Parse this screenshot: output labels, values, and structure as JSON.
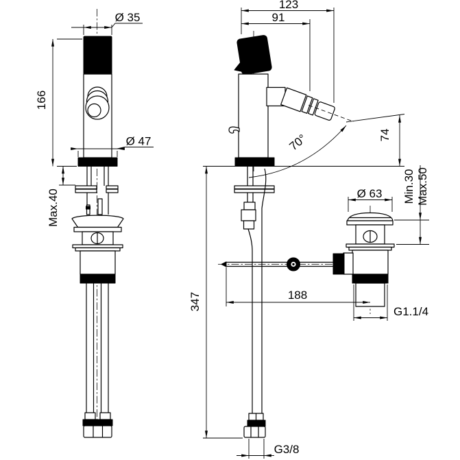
{
  "labels": {
    "front": {
      "dia_handle": "Ø 35",
      "height": "166",
      "dia_base": "Ø 47",
      "deck_max": "Max.40"
    },
    "side": {
      "depth": "123",
      "reach": "91",
      "angle": "70°",
      "spout_height": "74",
      "total_height": "347",
      "rod_reach": "188",
      "supply_thread": "G3/8"
    },
    "waste": {
      "dia_cap": "Ø 63",
      "deck_min": "Min.30",
      "deck_max": "Max.50",
      "drain_thread": "G1.1/4"
    }
  },
  "style": {
    "line_color": "#000000",
    "background": "#ffffff"
  }
}
